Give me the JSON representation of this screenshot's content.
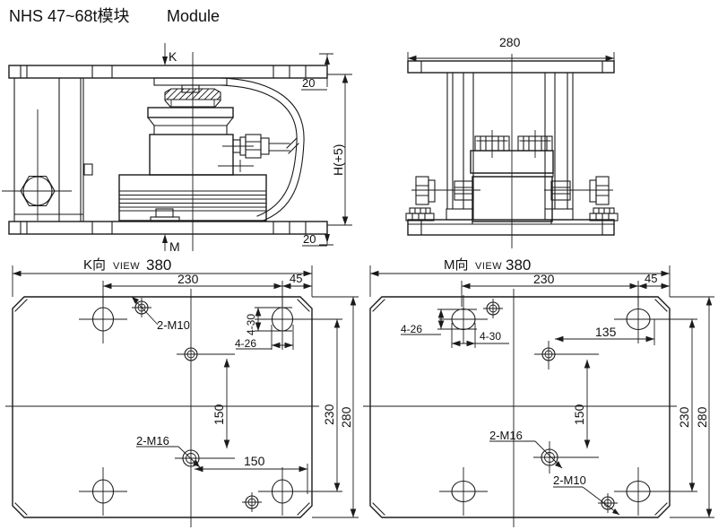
{
  "title": {
    "cn": "NHS 47~68t模块",
    "en": "Module"
  },
  "front_view": {
    "section_top": "K",
    "section_bottom": "M",
    "dim_top_gap": "20",
    "dim_bottom_gap": "20",
    "dim_height": "H(+5)"
  },
  "side_view": {
    "dim_width": "280"
  },
  "k_view": {
    "label": "K向",
    "view_word": "VIEW",
    "dim_width": "380",
    "dim_span": "230",
    "dim_edge": "45",
    "dim_slot_height": "4-30",
    "dim_slot_width": "4-26",
    "thread_label_top": "2-M10",
    "thread_label_mid": "2-M16",
    "dim_vertical_150": "150",
    "dim_horizontal_150": "150",
    "dim_right_230": "230",
    "dim_right_280": "280"
  },
  "m_view": {
    "label": "M向",
    "view_word": "VIEW",
    "dim_width": "380",
    "dim_span": "230",
    "dim_edge": "45",
    "dim_slot_height": "4-26",
    "dim_slot_width": "4-30",
    "dim_offset_135": "135",
    "thread_label_mid": "2-M16",
    "thread_label_bottom": "2-M10",
    "dim_vertical_150": "150",
    "dim_right_230": "230",
    "dim_right_280": "280"
  }
}
